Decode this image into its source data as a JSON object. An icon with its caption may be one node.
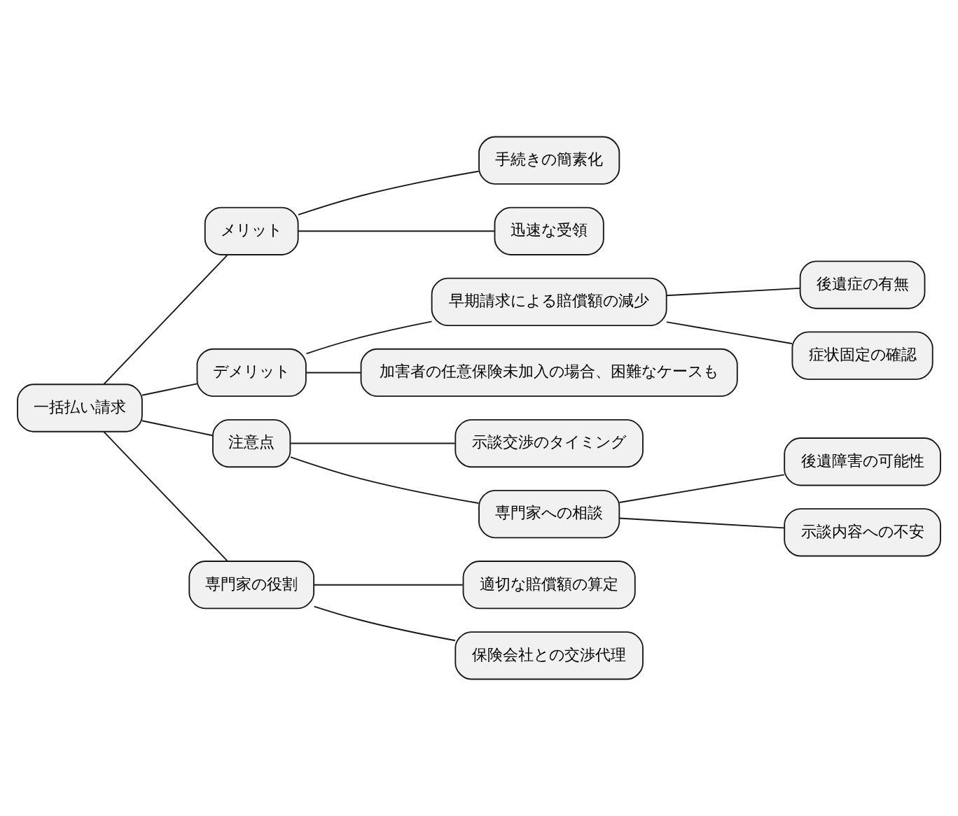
{
  "diagram": {
    "nodes": [
      {
        "text": [
          "一括払い請求"
        ]
      },
      {
        "text": [
          "メリット"
        ]
      },
      {
        "text": [
          "手続きの簡素化"
        ]
      },
      {
        "text": [
          "迅速な受領"
        ]
      },
      {
        "text": [
          "デメリット"
        ]
      },
      {
        "text": [
          "早期請求による賠償額の減少"
        ]
      },
      {
        "text": [
          "後遺症の有無"
        ]
      },
      {
        "text": [
          "症状固定の確認"
        ]
      },
      {
        "text": [
          "加害者の任意保険未加入の場合、困難なケースも"
        ]
      },
      {
        "text": [
          "注意点"
        ]
      },
      {
        "text": [
          "示談交渉のタイミング"
        ]
      },
      {
        "text": [
          "専門家への相談"
        ]
      },
      {
        "text": [
          "後遺障害の可能性"
        ]
      },
      {
        "text": [
          "示談内容への不安"
        ]
      },
      {
        "text": [
          "専門家の役割"
        ]
      },
      {
        "text": [
          "適切な賠償額の算定"
        ]
      },
      {
        "text": [
          "保険会社との交渉代理"
        ]
      }
    ],
    "edges": [
      {
        "from": 0,
        "to": 1,
        "arrow": "none"
      },
      {
        "from": 1,
        "to": 2,
        "arrow": "none"
      },
      {
        "from": 1,
        "to": 3,
        "arrow": "none"
      },
      {
        "from": 0,
        "to": 4,
        "arrow": "none"
      },
      {
        "from": 4,
        "to": 5,
        "arrow": "none"
      },
      {
        "from": 5,
        "to": 6,
        "arrow": "none"
      },
      {
        "from": 5,
        "to": 7,
        "arrow": "none"
      },
      {
        "from": 4,
        "to": 8,
        "arrow": "none"
      },
      {
        "from": 0,
        "to": 9,
        "arrow": "none"
      },
      {
        "from": 9,
        "to": 10,
        "arrow": "none"
      },
      {
        "from": 9,
        "to": 11,
        "arrow": "none"
      },
      {
        "from": 11,
        "to": 12,
        "arrow": "none"
      },
      {
        "from": 11,
        "to": 13,
        "arrow": "none"
      },
      {
        "from": 0,
        "to": 14,
        "arrow": "none"
      },
      {
        "from": 14,
        "to": 15,
        "arrow": "none"
      },
      {
        "from": 14,
        "to": 16,
        "arrow": "none"
      }
    ]
  }
}
